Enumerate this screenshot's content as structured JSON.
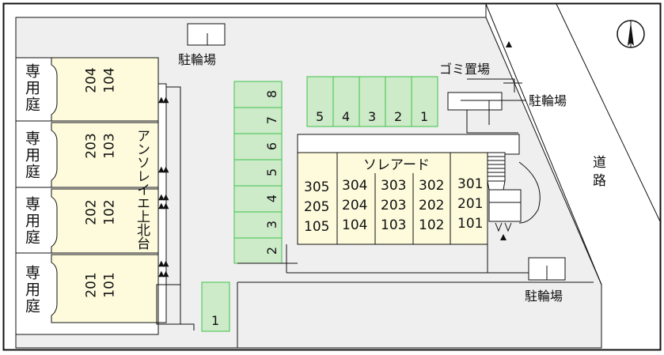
{
  "left_building": {
    "name": "アンソレイエ上北台",
    "gardens": [
      "専用庭",
      "専用庭",
      "専用庭",
      "専用庭"
    ],
    "units": [
      {
        "upper": "204",
        "lower": "104"
      },
      {
        "upper": "203",
        "lower": "103"
      },
      {
        "upper": "202",
        "lower": "102"
      },
      {
        "upper": "201",
        "lower": "101"
      }
    ]
  },
  "right_building": {
    "name": "ソレアード",
    "columns": [
      [
        "305",
        "205",
        "105"
      ],
      [
        "304",
        "204",
        "104"
      ],
      [
        "303",
        "203",
        "103"
      ],
      [
        "302",
        "202",
        "102"
      ],
      [
        "301",
        "201",
        "101"
      ]
    ]
  },
  "parking_top": [
    "5",
    "4",
    "3",
    "2",
    "1"
  ],
  "parking_vertical": [
    "8",
    "7",
    "6",
    "5",
    "4",
    "3",
    "2"
  ],
  "parking_single": "1",
  "labels": {
    "bike_parking_top": "駐輪場",
    "bike_parking_right": "駐輪場",
    "bike_parking_bottom": "駐輪場",
    "garbage": "ゴミ置場",
    "road": "道路"
  },
  "compass": "north",
  "marker_arrow": "▲▲",
  "colors": {
    "building": "#fdfbdc",
    "parking": "#cdeac9",
    "parking_border": "#3fc34a",
    "lot": "#efefef",
    "line": "#111111"
  }
}
